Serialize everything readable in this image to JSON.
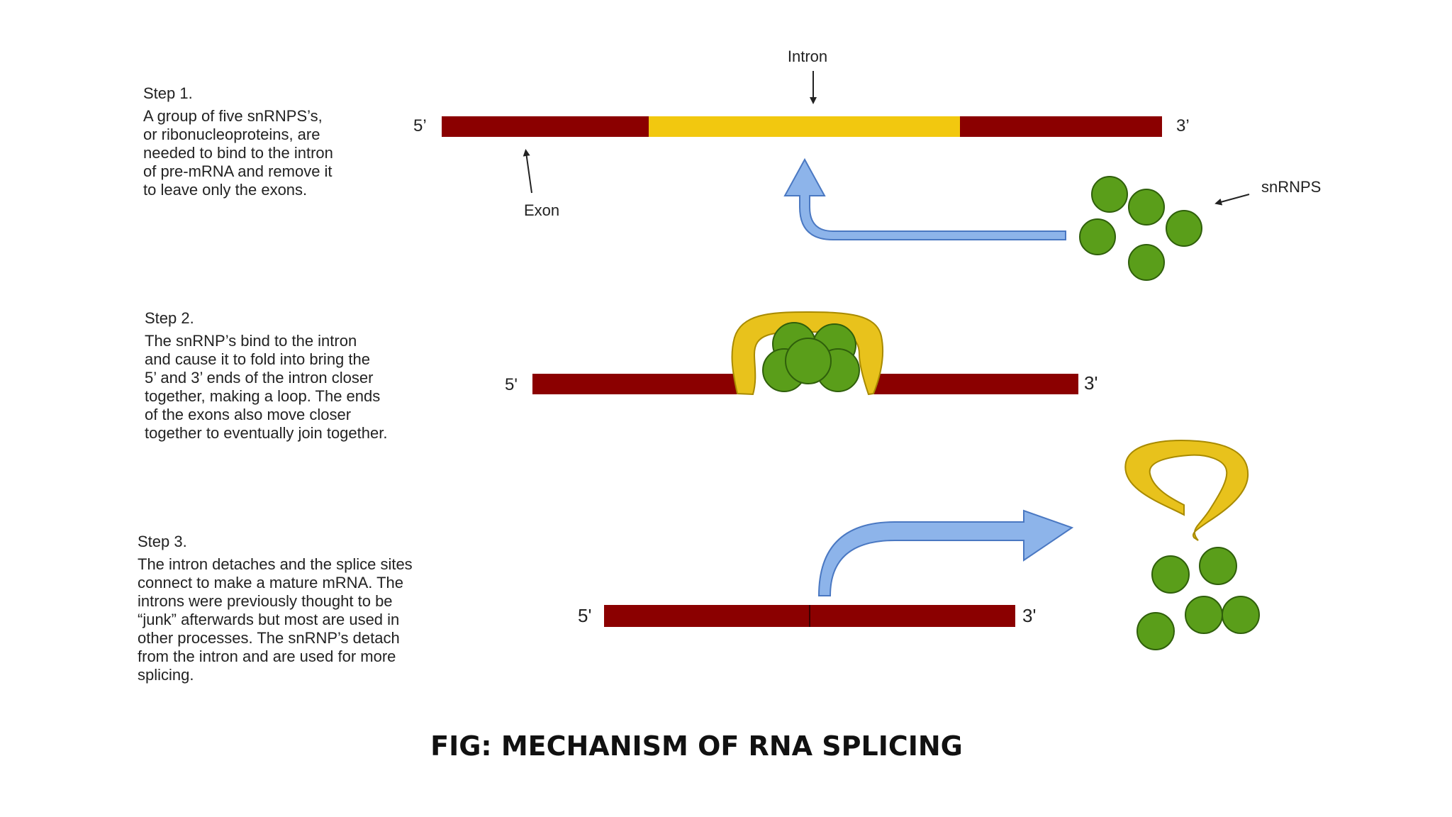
{
  "colors": {
    "exon": "#8b0000",
    "intron": "#f2c80f",
    "snrnp": "#5a9e1a",
    "snrnp_stroke": "#2f5f0b",
    "arrow": "#8db4ea",
    "arrow_stroke": "#4a78c2",
    "u_shape": "#e8c21c"
  },
  "labels": {
    "intron": "Intron",
    "exon": "Exon",
    "snrnps": "snRNPS",
    "five_prime_1": "5’",
    "three_prime_1": "3’",
    "five_prime_2": "5'",
    "three_prime_2": "3'",
    "five_prime_3": "5'",
    "three_prime_3": "3'"
  },
  "steps": [
    {
      "title": "Step 1.",
      "lines": [
        "A group of five snRNPS’s,",
        "or ribonucleoproteins, are",
        "needed to bind to the intron",
        "of pre-mRNA and remove it",
        "to leave only the exons."
      ]
    },
    {
      "title": "Step 2.",
      "lines": [
        "The snRNP’s bind to the intron",
        "and cause it to fold into bring the",
        "5’ and 3’ ends of the intron closer",
        "together, making a loop. The ends",
        "of the exons also move closer",
        "together to eventually join together."
      ]
    },
    {
      "title": "Step 3.",
      "lines": [
        "The intron detaches and the splice sites",
        "connect to make a mature mRNA. The",
        "introns were previously thought to be",
        "“junk” afterwards but most are used in",
        "other processes. The snRNP’s detach",
        "from the intron and are used for more",
        "splicing."
      ]
    }
  ],
  "caption": "FIG: MECHANISM OF RNA SPLICING"
}
